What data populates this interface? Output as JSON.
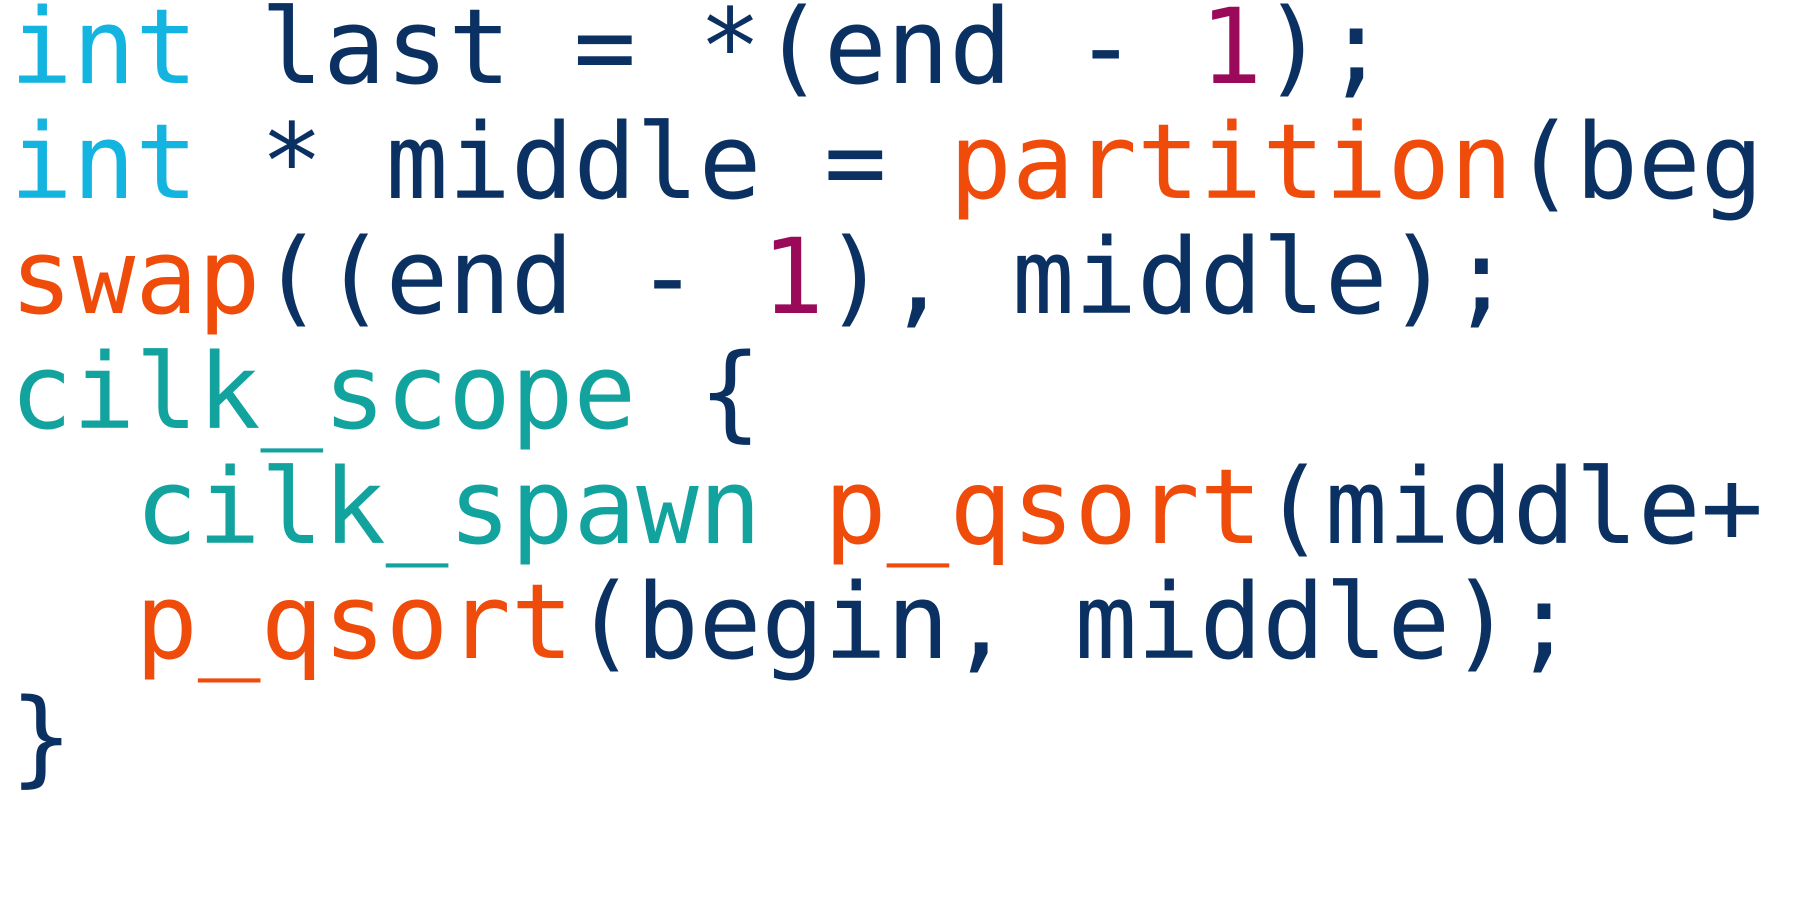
{
  "colors": {
    "type": "#14b4e0",
    "default": "#0b3163",
    "number": "#9b0a5a",
    "function": "#ef4b0a",
    "keyword": "#12a39e"
  },
  "code": {
    "lines": [
      [
        {
          "t": "int",
          "c": "type"
        },
        {
          "t": " last = *(end - ",
          "c": "default"
        },
        {
          "t": "1",
          "c": "number"
        },
        {
          "t": ");",
          "c": "default"
        }
      ],
      [
        {
          "t": "int",
          "c": "type"
        },
        {
          "t": " * middle = ",
          "c": "default"
        },
        {
          "t": "partition",
          "c": "function"
        },
        {
          "t": "(beg",
          "c": "default"
        }
      ],
      [
        {
          "t": "swap",
          "c": "function"
        },
        {
          "t": "((end - ",
          "c": "default"
        },
        {
          "t": "1",
          "c": "number"
        },
        {
          "t": "), middle);",
          "c": "default"
        }
      ],
      [
        {
          "t": "cilk_scope",
          "c": "keyword"
        },
        {
          "t": " {",
          "c": "default"
        }
      ],
      [
        {
          "t": "  ",
          "c": "default"
        },
        {
          "t": "cilk_spawn",
          "c": "keyword"
        },
        {
          "t": " ",
          "c": "default"
        },
        {
          "t": "p_qsort",
          "c": "function"
        },
        {
          "t": "(middle+",
          "c": "default"
        }
      ],
      [
        {
          "t": "  ",
          "c": "default"
        },
        {
          "t": "p_qsort",
          "c": "function"
        },
        {
          "t": "(begin, middle);",
          "c": "default"
        }
      ],
      [
        {
          "t": "}",
          "c": "default"
        }
      ]
    ]
  }
}
